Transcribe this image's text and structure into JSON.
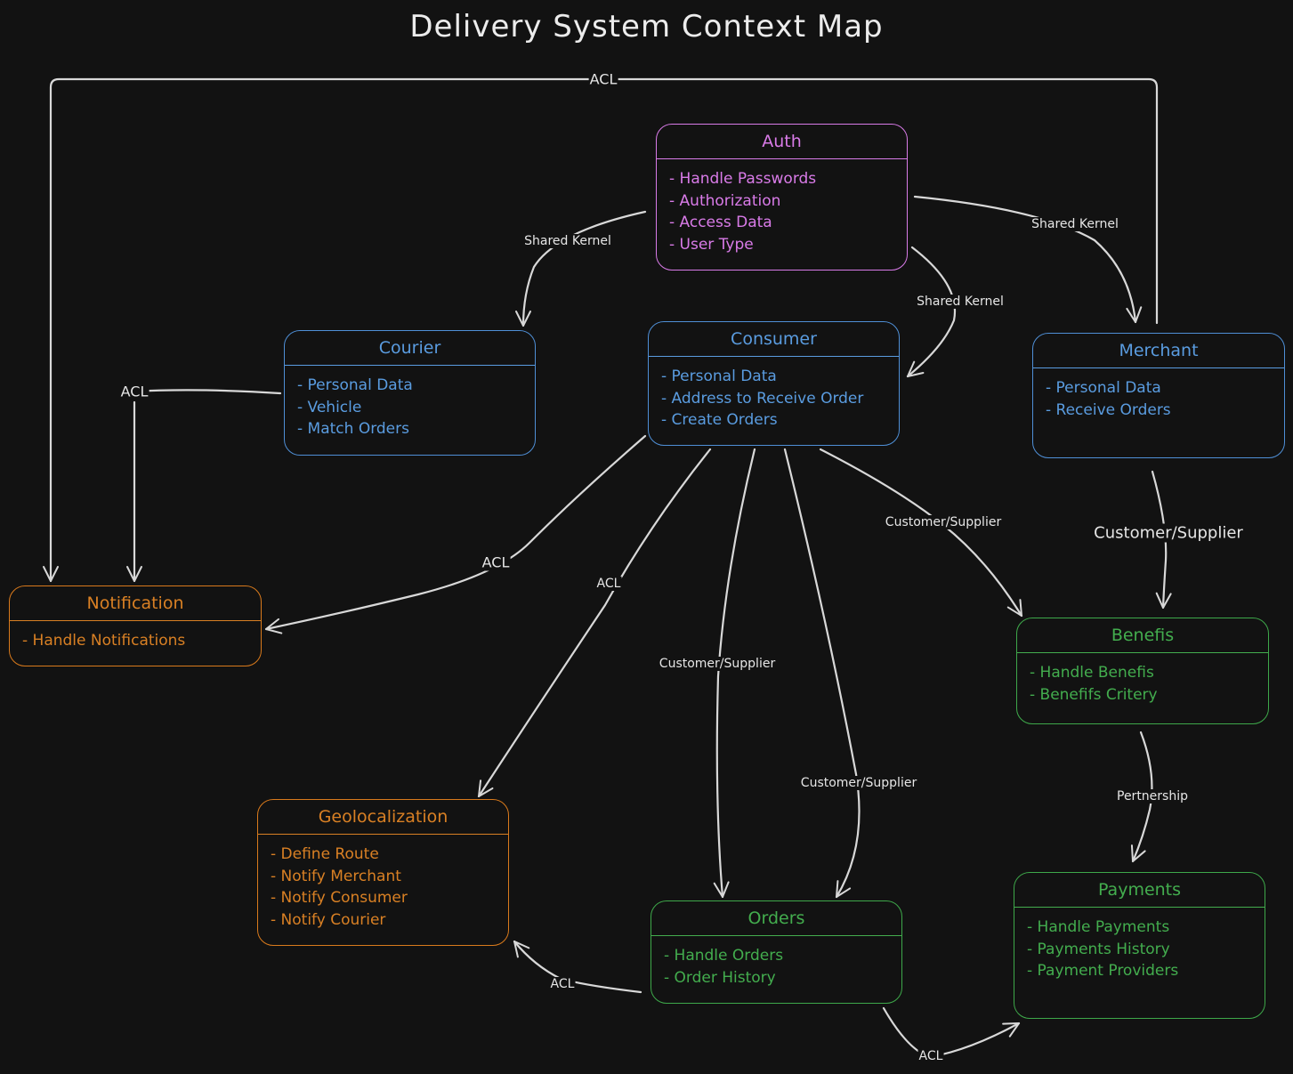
{
  "title": "Delivery System Context Map",
  "colors": {
    "background": "#121212",
    "auth": "#d97be8",
    "core": "#4f8fd6",
    "generic": "#d97a1c",
    "support": "#3ea84a",
    "connector": "#d8d8d8"
  },
  "contexts": {
    "auth": {
      "name": "Auth",
      "items": [
        "- Handle Passwords",
        "- Authorization",
        "- Access Data",
        "- User Type"
      ]
    },
    "courier": {
      "name": "Courier",
      "items": [
        "- Personal Data",
        "- Vehicle",
        "- Match Orders"
      ]
    },
    "consumer": {
      "name": "Consumer",
      "items": [
        "- Personal Data",
        "- Address to Receive Order",
        "- Create Orders"
      ]
    },
    "merchant": {
      "name": "Merchant",
      "items": [
        "- Personal Data",
        "- Receive Orders"
      ]
    },
    "notification": {
      "name": "Notification",
      "items": [
        "- Handle Notifications"
      ]
    },
    "benefis": {
      "name": "Benefis",
      "items": [
        "- Handle Benefis",
        "- Benefifs Critery"
      ]
    },
    "geolocalization": {
      "name": "Geolocalization",
      "items": [
        "- Define Route",
        "- Notify Merchant",
        "- Notify Consumer",
        "- Notify Courier"
      ]
    },
    "orders": {
      "name": "Orders",
      "items": [
        "- Handle Orders",
        "- Order History"
      ]
    },
    "payments": {
      "name": "Payments",
      "items": [
        "- Handle Payments",
        "- Payments History",
        "- Payment Providers"
      ]
    }
  },
  "relationships": {
    "merchant_notification": "ACL",
    "auth_courier": "Shared Kernel",
    "auth_merchant": "Shared Kernel",
    "auth_consumer": "Shared Kernel",
    "courier_notification": "ACL",
    "consumer_notification": "ACL",
    "consumer_geolocalization": "ACL",
    "consumer_orders_a": "Customer/Supplier",
    "consumer_orders_b": "Customer/Supplier",
    "consumer_benefis": "Customer/Supplier",
    "merchant_benefis": "Customer/Supplier",
    "benefis_payments": "Pertnership",
    "orders_geolocalization": "ACL",
    "orders_payments": "ACL"
  }
}
